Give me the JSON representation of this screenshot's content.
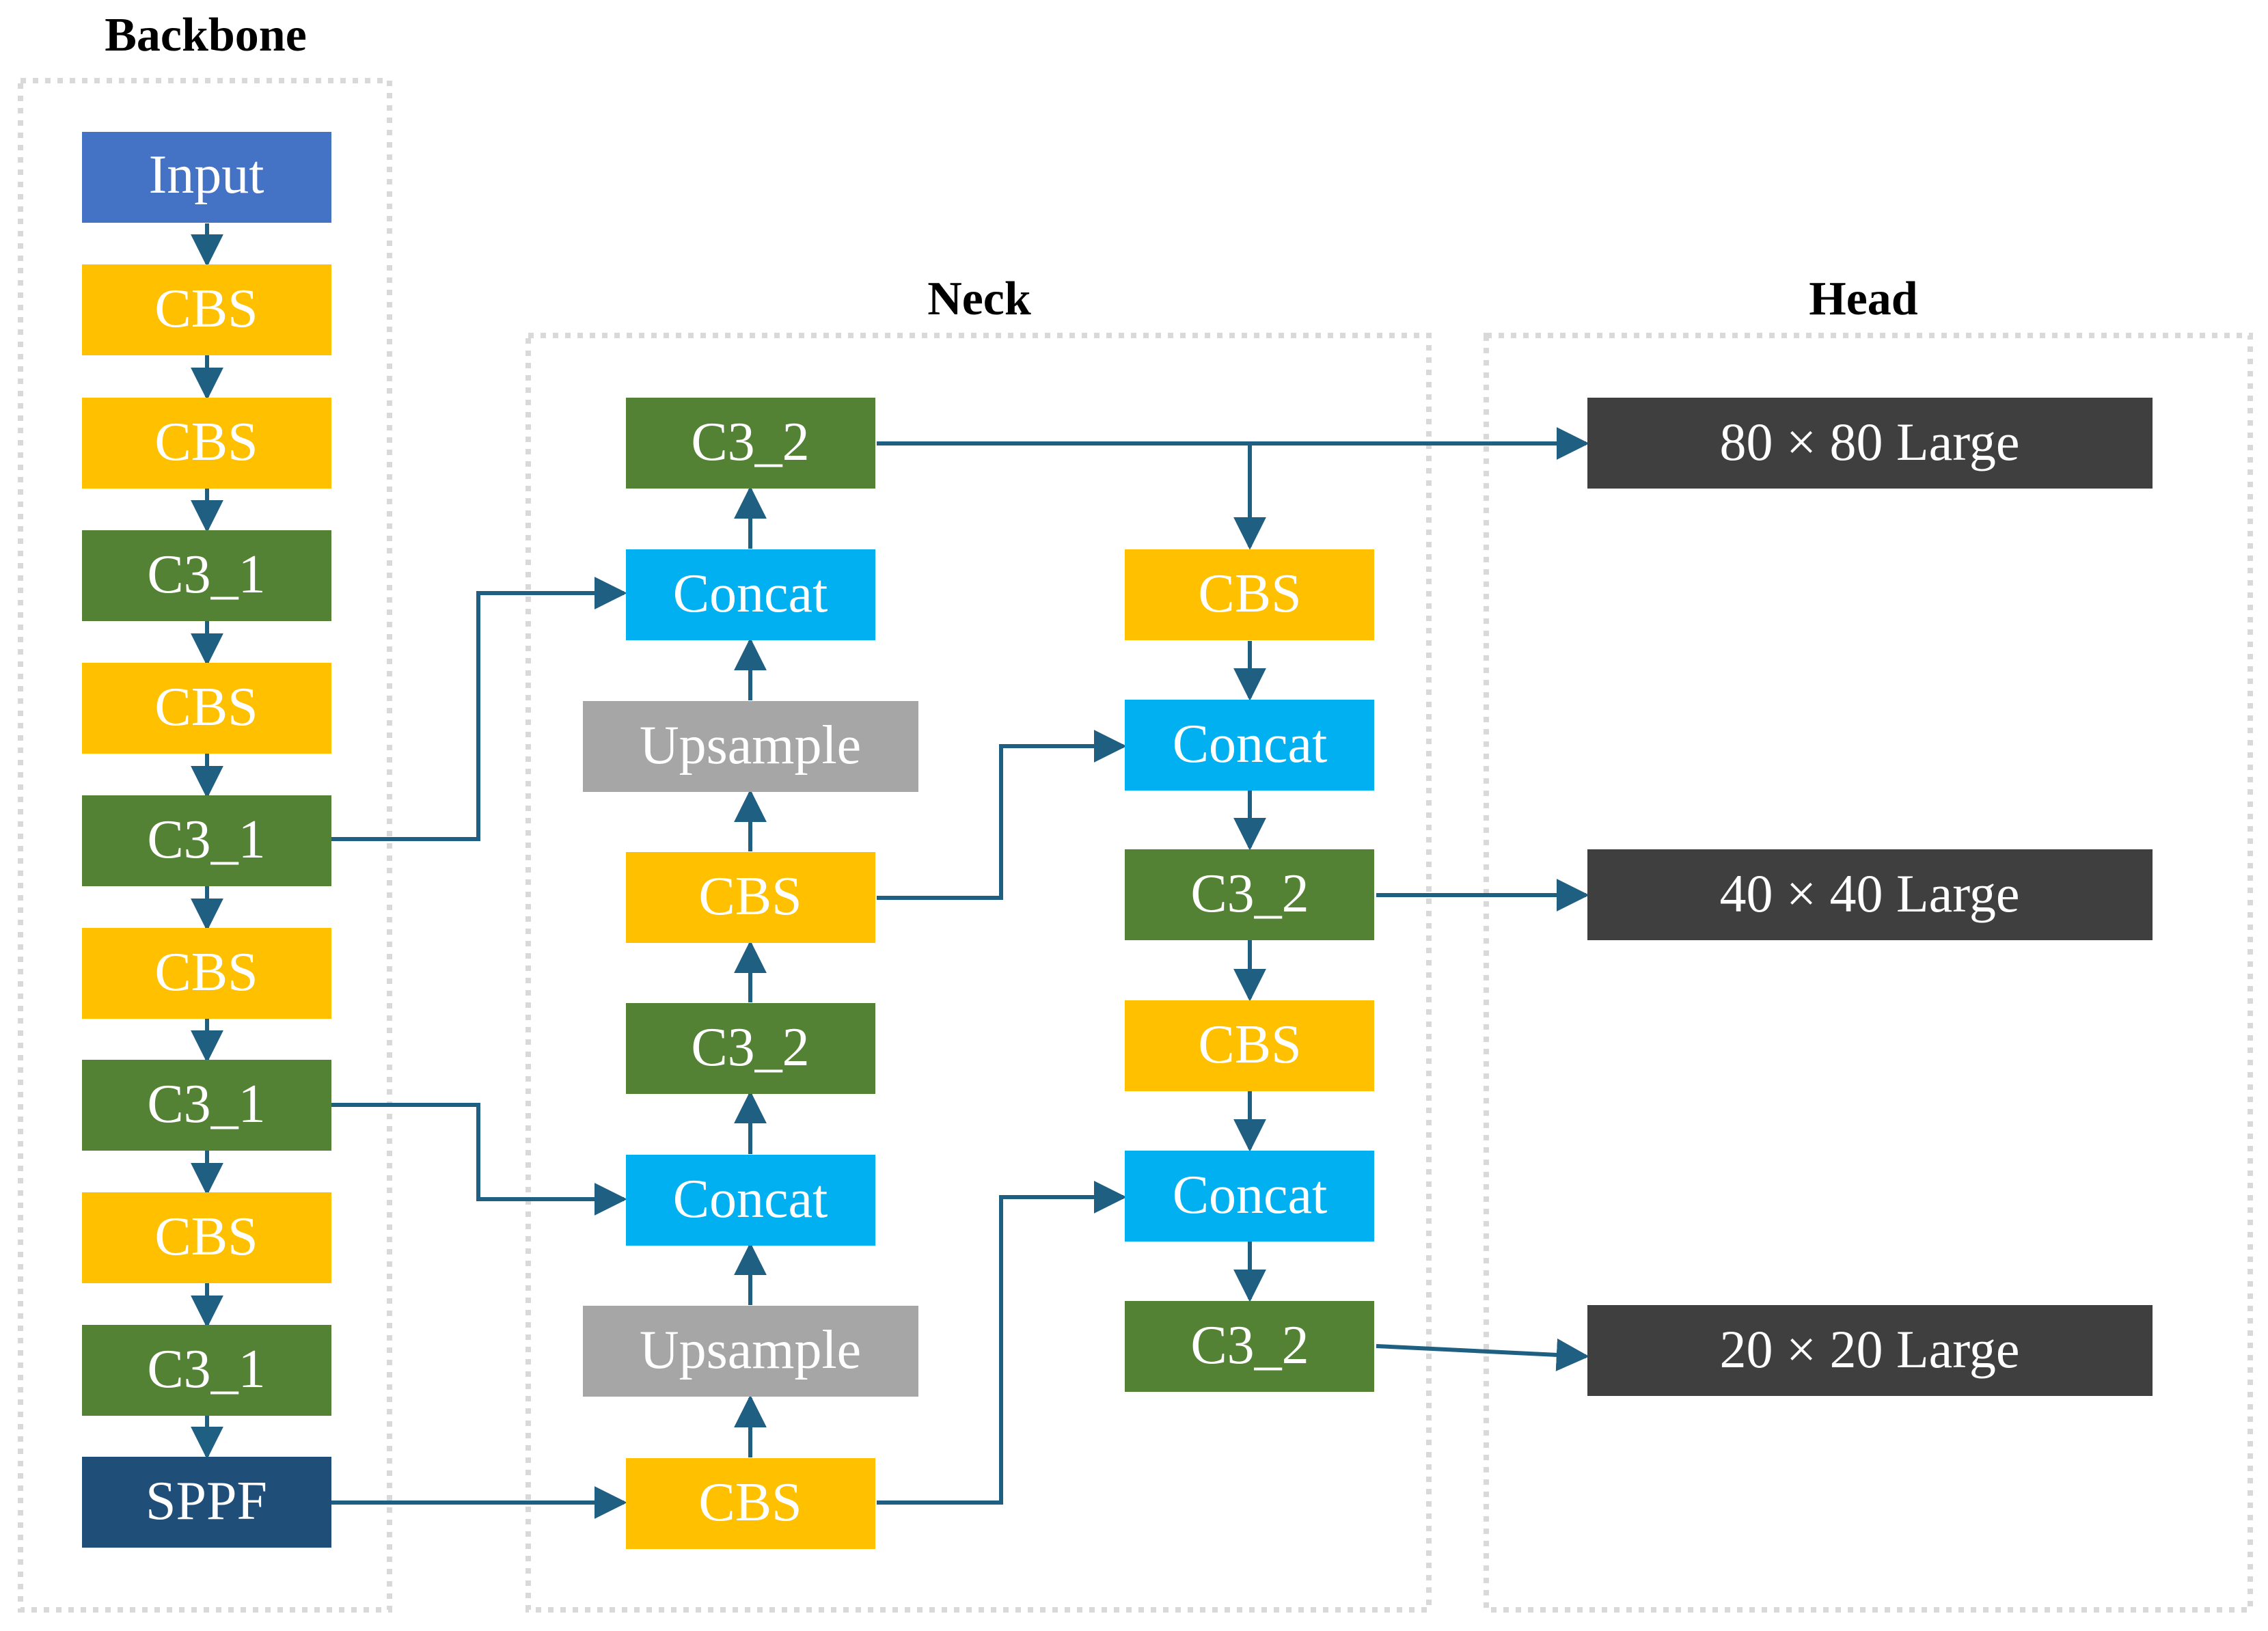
{
  "sections": {
    "backbone": "Backbone",
    "neck": "Neck",
    "head": "Head"
  },
  "colors": {
    "input": "#4472c4",
    "cbs": "#ffc000",
    "c3": "#548235",
    "sppf": "#1f4e79",
    "concat": "#00b0f0",
    "upsample": "#a6a6a6",
    "head": "#3f3f3f",
    "arrow": "#1f5f82",
    "section_border": "#d9d9d9"
  },
  "backbone": {
    "input": "Input",
    "b1": "CBS",
    "b2": "CBS",
    "b3": "C3_1",
    "b4": "CBS",
    "b5": "C3_1",
    "b6": "CBS",
    "b7": "C3_1",
    "b8": "CBS",
    "b9": "C3_1",
    "sppf": "SPPF"
  },
  "neck": {
    "n_top_c3": "C3_2",
    "n_concat1": "Concat",
    "n_upsample1": "Upsample",
    "n_cbs1": "CBS",
    "n_c3_mid": "C3_2",
    "n_concat2": "Concat",
    "n_upsample2": "Upsample",
    "n_cbs2": "CBS",
    "m_cbs1": "CBS",
    "m_concat1": "Concat",
    "m_c3_1": "C3_2",
    "m_cbs2": "CBS",
    "m_concat2": "Concat",
    "m_c3_2": "C3_2"
  },
  "head": {
    "out1": "80 × 80 Large",
    "out2": "40 × 40 Large",
    "out3": "20 × 20 Large"
  }
}
